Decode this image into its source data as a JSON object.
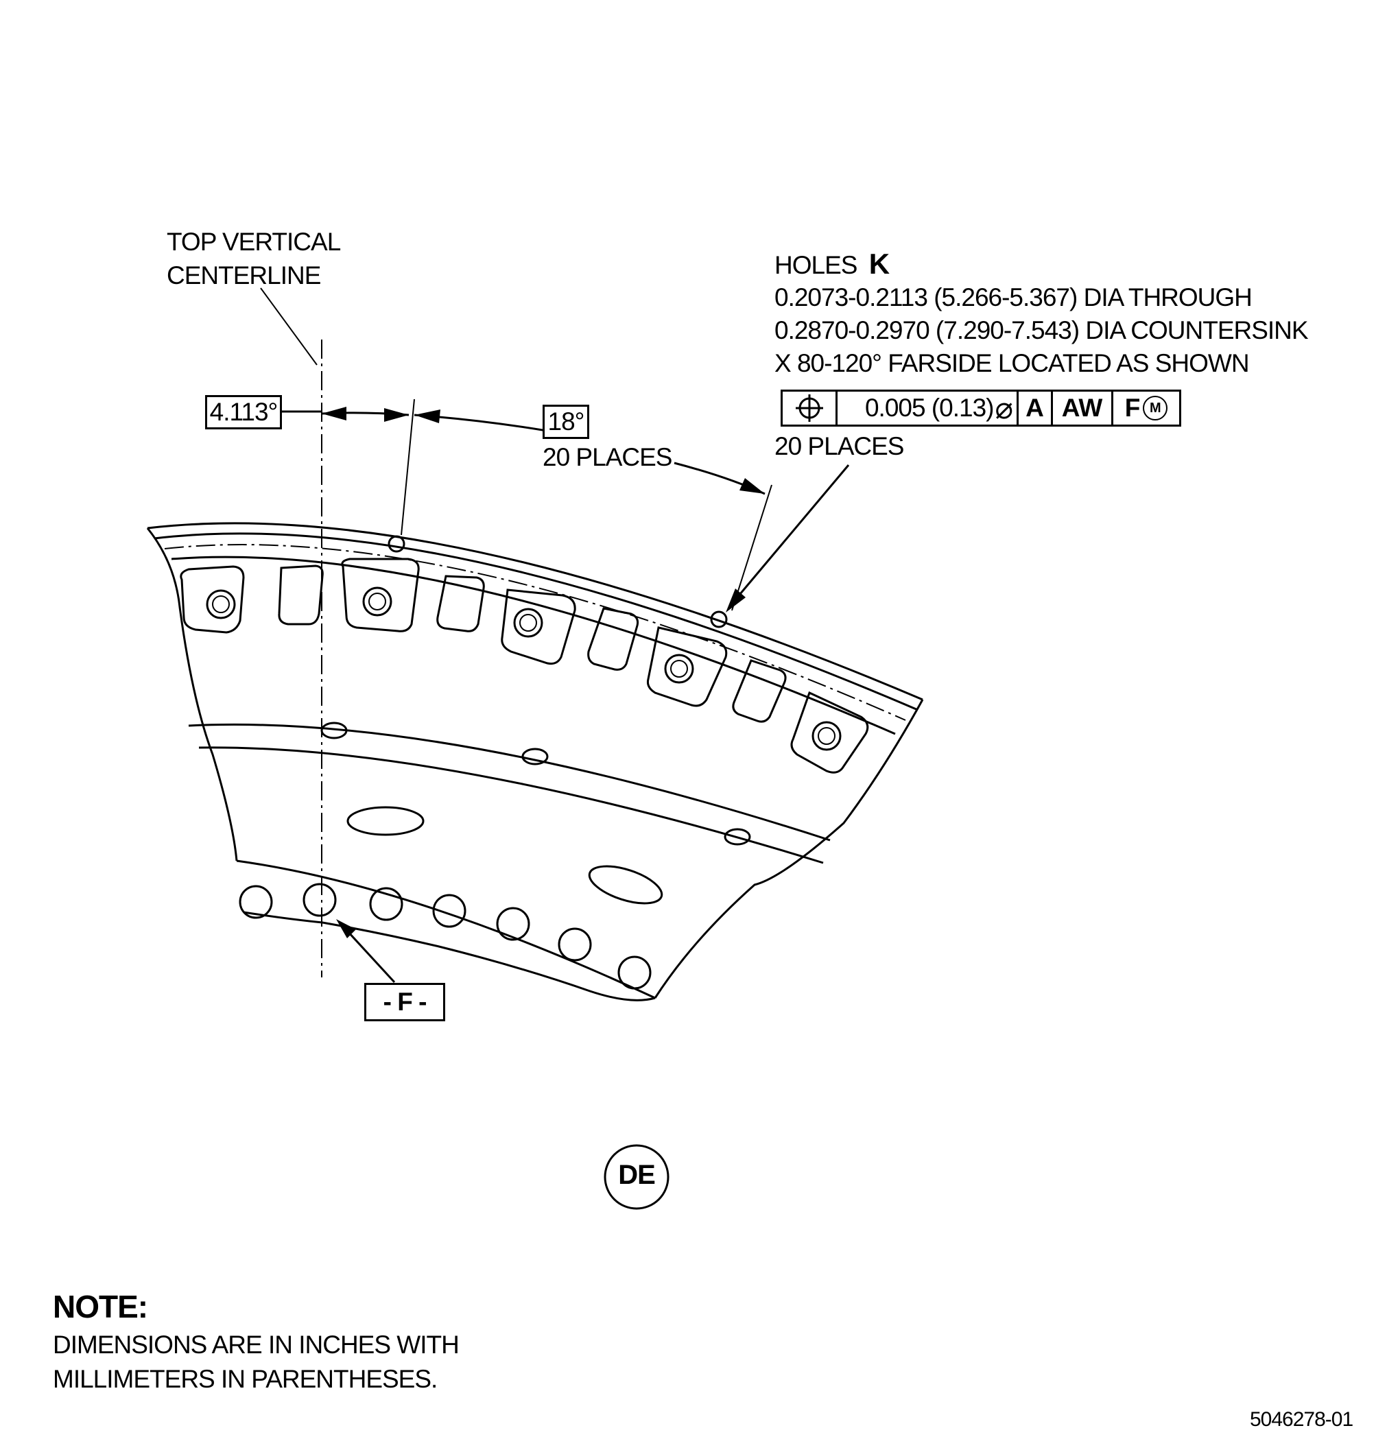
{
  "labels": {
    "top_centerline": [
      "TOP VERTICAL",
      "CENTERLINE"
    ],
    "angle_offset": "4.113°",
    "angle_spacing": "18°",
    "spacing_places": "20 PLACES",
    "datum": "- F -",
    "view_id": "DE",
    "drawing_number": "5046278-01"
  },
  "hole_callout": {
    "title": "HOLES",
    "title_letter": "K",
    "lines": [
      "0.2073-0.2113 (5.266-5.367) DIA THROUGH",
      "0.2870-0.2970 (7.290-7.543) DIA COUNTERSINK",
      "X 80-120° FARSIDE LOCATED AS SHOWN"
    ],
    "places": "20 PLACES"
  },
  "feature_control_frame": {
    "symbol": "position-icon",
    "tolerance": "0.005 (0.13)",
    "dia_symbol": "⌀",
    "datum_a": "A",
    "datum_b": "AW",
    "datum_c": "F",
    "modifier": "M"
  },
  "note": {
    "heading": "NOTE:",
    "lines": [
      "DIMENSIONS ARE IN INCHES WITH",
      "MILLIMETERS IN PARENTHESES."
    ]
  }
}
